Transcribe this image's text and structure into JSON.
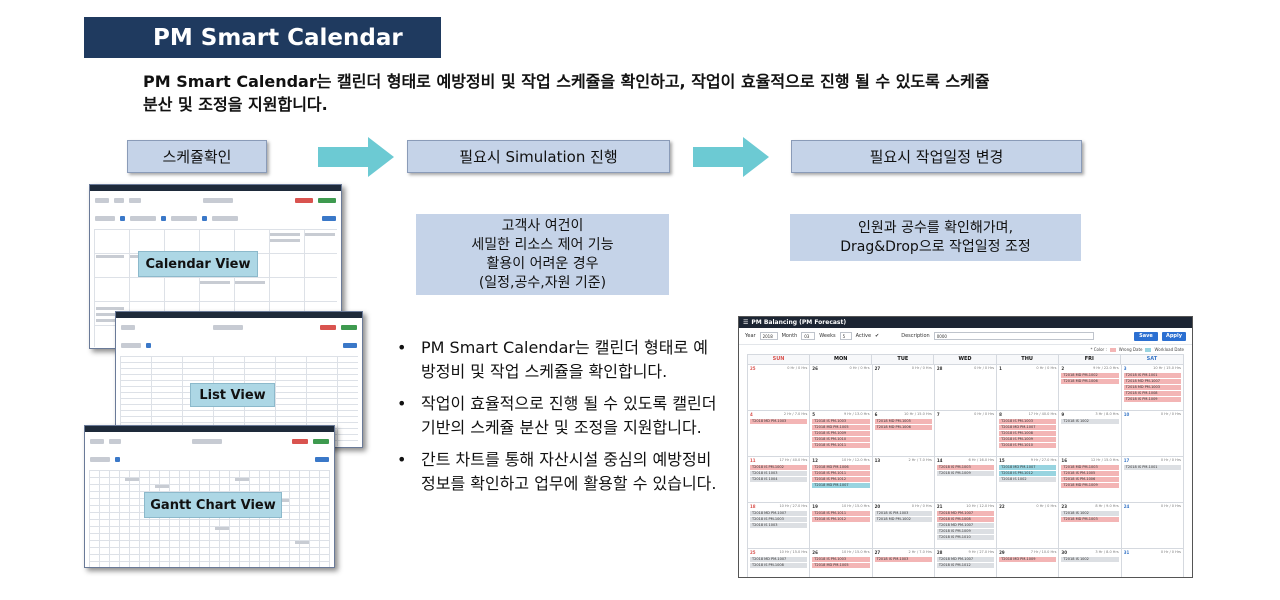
{
  "title": "PM Smart Calendar",
  "intro": {
    "line1": "PM Smart Calendar는 캘린더 형태로 예방정비 및 작업 스케쥴을 확인하고, 작업이 효율적으로 진행 될 수 있도록 스케쥴",
    "line2": "분산 및 조정을 지원합니다."
  },
  "steps": [
    {
      "label": "스케쥴확인"
    },
    {
      "label": "필요시 Simulation 진행"
    },
    {
      "label": "필요시 작업일정 변경"
    }
  ],
  "notes": {
    "simulation": [
      "고객사 여건이",
      "세밀한 리소스 제어 기능",
      "활용이 어려운 경우",
      "(일정,공수,자원 기준)"
    ],
    "change": [
      "인원과 공수를 확인해가며,",
      "Drag&Drop으로 작업일정 조정"
    ]
  },
  "views": {
    "calendar": "Calendar View",
    "list": "List View",
    "gantt": "Gantt Chart View"
  },
  "bullets": [
    "PM Smart Calendar는 캘린더 형태로 예방정비 및 작업 스케쥴을 확인합니다.",
    "작업이 효율적으로 진행 될 수 있도록 캘린더 기반의 스케쥴 분산 및 조정을 지원합니다.",
    "간트 차트를 통해 자산시설 중심의 예방정비 정보를 확인하고 업무에 활용할 수 있습니다."
  ],
  "forecast": {
    "header": "PM Balancing (PM Forecast)",
    "form": {
      "year_label": "Year",
      "year_value": "2018",
      "month_label": "Month",
      "month_value": "03",
      "weeks_label": "Weeks",
      "weeks_value": "5",
      "active_label": "Active",
      "active_value": "✔",
      "description_label": "Description",
      "description_value": "0000",
      "save": "Save",
      "apply": "Apply"
    },
    "legend": {
      "prefix": "* Color :",
      "wrong": "Wrong Date",
      "workload": "Workload Date",
      "wrong_color": "#f3b5b5",
      "workload_color": "#98d4e0"
    },
    "days": [
      "SUN",
      "MON",
      "TUE",
      "WED",
      "THU",
      "FRI",
      "SAT"
    ],
    "weeks": [
      [
        {
          "d": "25",
          "h": "0 Hr / 0 Hrs",
          "ev": []
        },
        {
          "d": "26",
          "h": "0 Hr / 0 Hrs",
          "ev": []
        },
        {
          "d": "27",
          "h": "0 Hr / 0 Hrs",
          "ev": []
        },
        {
          "d": "28",
          "h": "0 Hr / 0 Hrs",
          "ev": []
        },
        {
          "d": "1",
          "h": "0 Hr / 0 Hrs",
          "ev": []
        },
        {
          "d": "2",
          "h": "9 Hr / 22.0 Hrs",
          "ev": [
            [
              "pk",
              "T2018 MD PM-1002"
            ],
            [
              "pk",
              "T2018 MD PM-1006"
            ]
          ]
        },
        {
          "d": "3",
          "h": "10 Hr / 15.0 Hrs",
          "ev": [
            [
              "pk",
              "T2018 IS PM-1001"
            ],
            [
              "pk",
              "T2018 MD PM-1007"
            ],
            [
              "pk",
              "T2018 MD PM-1003"
            ],
            [
              "pk",
              "T2018 IS PM-1008"
            ],
            [
              "pk",
              "T2018 IS PM-1009"
            ]
          ]
        }
      ],
      [
        {
          "d": "4",
          "h": "2 Hr / 7.0 Hrs",
          "ev": [
            [
              "pk",
              "T2018 MD PM-1003"
            ]
          ]
        },
        {
          "d": "5",
          "h": "9 Hr / 13.0 Hrs",
          "ev": [
            [
              "pk",
              "T2018 IS PM-1003"
            ],
            [
              "pk",
              "T2018 MD PM-1005"
            ],
            [
              "pk",
              "T2018 IS PM-1009"
            ],
            [
              "pk",
              "T2018 IS PM-1010"
            ],
            [
              "pk",
              "T2018 IS PM-1011"
            ]
          ]
        },
        {
          "d": "6",
          "h": "10 Hr / 15.0 Hrs",
          "ev": [
            [
              "pk",
              "T2018 MD PM-1005"
            ],
            [
              "pk",
              "T2018 MD PM-1006"
            ]
          ]
        },
        {
          "d": "7",
          "h": "0 Hr / 0 Hrs",
          "ev": []
        },
        {
          "d": "8",
          "h": "17 Hr / 40.0 Hrs",
          "ev": [
            [
              "pk",
              "T2018 IS PM-1003"
            ],
            [
              "pk",
              "T2018 MD PM-1007"
            ],
            [
              "pk",
              "T2018 IS PM-1008"
            ],
            [
              "pk",
              "T2018 IS PM-1009"
            ],
            [
              "pk",
              "T2018 IS PM-1010"
            ]
          ]
        },
        {
          "d": "9",
          "h": "3 Hr / 8.0 Hrs",
          "ev": [
            [
              "gy",
              "T2018 IS 1002"
            ]
          ]
        },
        {
          "d": "10",
          "h": "0 Hr / 0 Hrs",
          "ev": []
        }
      ],
      [
        {
          "d": "11",
          "h": "17 Hr / 40.0 Hrs",
          "ev": [
            [
              "pk",
              "T2018 IS PM-1002"
            ],
            [
              "gy",
              "T2018 IS 1003"
            ],
            [
              "gy",
              "T2018 IS 1004"
            ]
          ]
        },
        {
          "d": "12",
          "h": "10 Hr / 12.0 Hrs",
          "ev": [
            [
              "pk",
              "T2018 MD PM-1006"
            ],
            [
              "pk",
              "T2018 IS PM-1011"
            ],
            [
              "pk",
              "T2018 IS PM-1012"
            ],
            [
              "cy",
              "T2018 MD PM-1007"
            ]
          ]
        },
        {
          "d": "13",
          "h": "2 Hr / 7.0 Hrs",
          "ev": []
        },
        {
          "d": "14",
          "h": "6 Hr / 16.0 Hrs",
          "ev": [
            [
              "pk",
              "T2018 IS PM-1003"
            ],
            [
              "gy",
              "T2018 IS PM-1009"
            ]
          ]
        },
        {
          "d": "15",
          "h": "9 Hr / 27.0 Hrs",
          "ev": [
            [
              "cy",
              "T2018 MD PM-1007"
            ],
            [
              "cy",
              "T2018 IS PM-1012"
            ],
            [
              "gy",
              "T2018 IS 1002"
            ]
          ]
        },
        {
          "d": "16",
          "h": "12 Hr / 15.0 Hrs",
          "ev": [
            [
              "pk",
              "T2018 MD PM-1003"
            ],
            [
              "pk",
              "T2018 IS PM-1005"
            ],
            [
              "pk",
              "T2018 IS PM-1006"
            ],
            [
              "pk",
              "T2018 MD PM-1009"
            ]
          ]
        },
        {
          "d": "17",
          "h": "0 Hr / 0 Hrs",
          "ev": [
            [
              "gy",
              "T2018 IS PM-1001"
            ]
          ]
        }
      ],
      [
        {
          "d": "18",
          "h": "10 Hr / 27.0 Hrs",
          "ev": [
            [
              "gy",
              "T2018 MD PM-1007"
            ],
            [
              "gy",
              "T2018 IS PM-1003"
            ],
            [
              "gy",
              "T2018 IS 1003"
            ]
          ]
        },
        {
          "d": "19",
          "h": "10 Hr / 15.0 Hrs",
          "ev": [
            [
              "pk",
              "T2018 IS PM-1011"
            ],
            [
              "pk",
              "T2018 IS PM-1012"
            ]
          ]
        },
        {
          "d": "20",
          "h": "0 Hr / 0 Hrs",
          "ev": [
            [
              "gy",
              "T2018 IS PM-1003"
            ],
            [
              "gy",
              "T2018 MD PM-1002"
            ]
          ]
        },
        {
          "d": "21",
          "h": "10 Hr / 12.0 Hrs",
          "ev": [
            [
              "pk",
              "T2018 MD PM-1007"
            ],
            [
              "pk",
              "T2018 IS PM-1008"
            ],
            [
              "gy",
              "T2018 MD PM-1007"
            ],
            [
              "gy",
              "T2018 IS PM-1009"
            ],
            [
              "gy",
              "T2018 IS PM-1010"
            ]
          ]
        },
        {
          "d": "22",
          "h": "0 Hr / 0 Hrs",
          "ev": []
        },
        {
          "d": "23",
          "h": "8 Hr / 9.0 Hrs",
          "ev": [
            [
              "gy",
              "T2018 IS 1002"
            ],
            [
              "pk",
              "T2018 MD PM-1003"
            ]
          ]
        },
        {
          "d": "24",
          "h": "0 Hr / 0 Hrs",
          "ev": []
        }
      ],
      [
        {
          "d": "25",
          "h": "10 Hr / 15.0 Hrs",
          "ev": [
            [
              "gy",
              "T2018 MD PM-1007"
            ],
            [
              "gy",
              "T2018 IS PM-1008"
            ]
          ]
        },
        {
          "d": "26",
          "h": "10 Hr / 15.0 Hrs",
          "ev": [
            [
              "pk",
              "T2018 IS PM-1003"
            ],
            [
              "pk",
              "T2018 MD PM-1005"
            ]
          ]
        },
        {
          "d": "27",
          "h": "2 Hr / 7.0 Hrs",
          "ev": [
            [
              "pk",
              "T2018 IS PM-1003"
            ]
          ]
        },
        {
          "d": "28",
          "h": "9 Hr / 27.0 Hrs",
          "ev": [
            [
              "gy",
              "T2018 MD PM-1007"
            ],
            [
              "gy",
              "T2018 IS PM-1012"
            ]
          ]
        },
        {
          "d": "29",
          "h": "7 Hr / 10.0 Hrs",
          "ev": [
            [
              "pk",
              "T2018 MD PM-1009"
            ]
          ]
        },
        {
          "d": "30",
          "h": "3 Hr / 8.0 Hrs",
          "ev": [
            [
              "gy",
              "T2018 IS 1002"
            ]
          ]
        },
        {
          "d": "31",
          "h": "0 Hr / 0 Hrs",
          "ev": []
        }
      ]
    ]
  }
}
